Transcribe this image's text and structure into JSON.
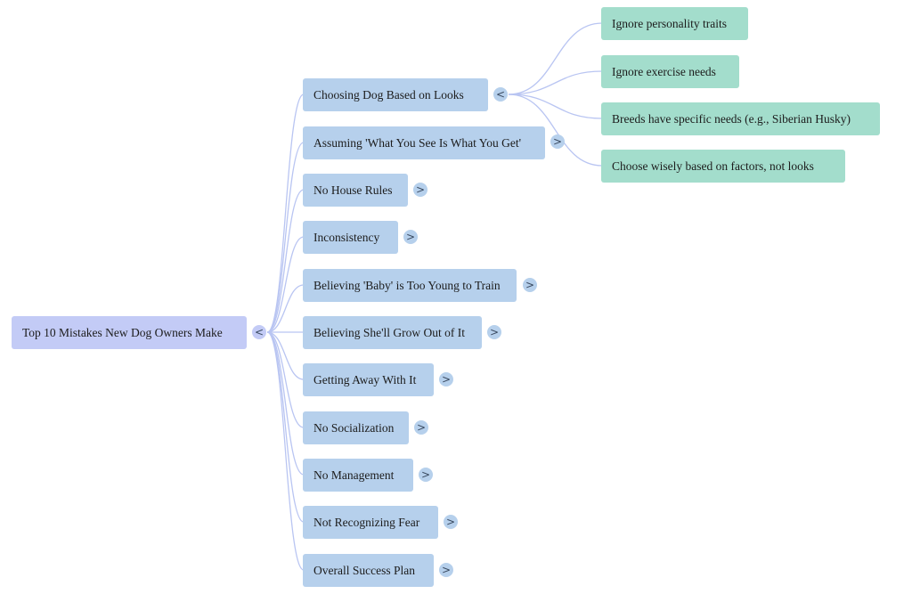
{
  "root": {
    "label": "Top 10 Mistakes New Dog Owners Make",
    "toggle": "<"
  },
  "branches": [
    {
      "label": "Choosing Dog Based on Looks",
      "toggle": "<"
    },
    {
      "label": "Assuming 'What You See Is What You Get'",
      "toggle": ">"
    },
    {
      "label": "No House Rules",
      "toggle": ">"
    },
    {
      "label": "Inconsistency",
      "toggle": ">"
    },
    {
      "label": "Believing 'Baby' is Too Young to Train",
      "toggle": ">"
    },
    {
      "label": "Believing She'll Grow Out of It",
      "toggle": ">"
    },
    {
      "label": "Getting Away With It",
      "toggle": ">"
    },
    {
      "label": "No Socialization",
      "toggle": ">"
    },
    {
      "label": "No Management",
      "toggle": ">"
    },
    {
      "label": "Not Recognizing Fear",
      "toggle": ">"
    },
    {
      "label": "Overall Success Plan",
      "toggle": ">"
    }
  ],
  "expanded_children": [
    {
      "label": "Ignore personality traits"
    },
    {
      "label": "Ignore exercise needs"
    },
    {
      "label": "Breeds have specific needs (e.g., Siberian Husky)"
    },
    {
      "label": "Choose wisely based on factors, not looks"
    }
  ],
  "colors": {
    "root_fill": "#c3cbf6",
    "branch_fill": "#b6d0ec",
    "leaf_fill": "#a3ddcc",
    "link_stroke": "#b9c5f2"
  }
}
